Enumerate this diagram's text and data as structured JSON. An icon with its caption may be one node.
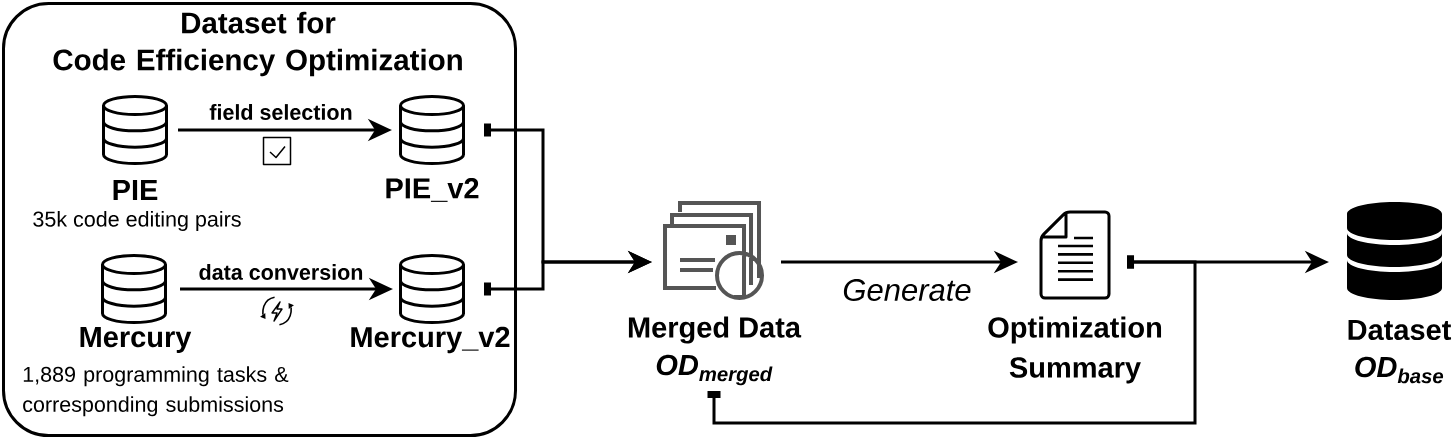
{
  "diagram": {
    "nodes": [
      {
        "text": [
          "Dataset for Code Efficiency Optimization"
        ]
      },
      {
        "text": [
          "PIE",
          "35k code editing pairs"
        ],
        "in": 0
      },
      {
        "text": [
          "PIE_v2"
        ],
        "in": 0
      },
      {
        "text": [
          "Mercury",
          "1,889 programming tasks & corresponding submissions"
        ],
        "in": 0
      },
      {
        "text": [
          "Mercury_v2"
        ],
        "in": 0
      },
      {
        "text": [
          "Merged Data",
          "OD$_{merged}$"
        ]
      },
      {
        "text": [
          "Optimization Summary"
        ]
      },
      {
        "text": [
          "Dataset",
          "OD$_{base}$"
        ]
      }
    ],
    "edges": [
      {
        "from": 1,
        "to": 2,
        "arrow": "to",
        "label": "field selection"
      },
      {
        "from": 3,
        "to": 4,
        "arrow": "to",
        "label": "data conversion"
      },
      {
        "from": 2,
        "to": 5,
        "arrow": "to"
      },
      {
        "from": 4,
        "to": 5,
        "arrow": "to"
      },
      {
        "from": 5,
        "to": 6,
        "arrow": "to",
        "label": "Generate"
      },
      {
        "from": 6,
        "to": 7,
        "arrow": "to"
      },
      {
        "from": 6,
        "to": 5,
        "arrow": "other"
      }
    ]
  }
}
